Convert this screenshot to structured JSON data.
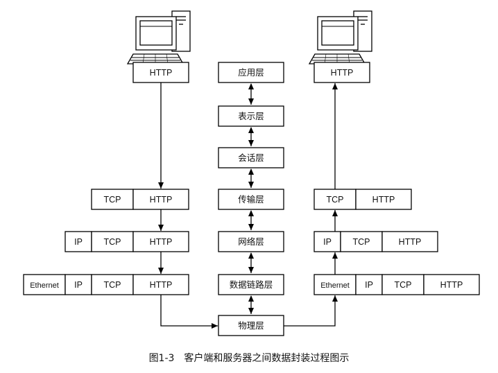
{
  "client": {
    "http_row": [
      "HTTP"
    ],
    "tcp_row": [
      "TCP",
      "HTTP"
    ],
    "ip_row": [
      "IP",
      "TCP",
      "HTTP"
    ],
    "eth_row": [
      "Ethernet",
      "IP",
      "TCP",
      "HTTP"
    ]
  },
  "osi_layers": [
    "应用层",
    "表示层",
    "会话层",
    "传输层",
    "网络层",
    "数据链路层",
    "物理层"
  ],
  "server": {
    "http_row": [
      "HTTP"
    ],
    "tcp_row": [
      "TCP",
      "HTTP"
    ],
    "ip_row": [
      "IP",
      "TCP",
      "HTTP"
    ],
    "eth_row": [
      "Ethernet",
      "IP",
      "TCP",
      "HTTP"
    ]
  },
  "caption": "图1-3　客户端和服务器之间数据封装过程图示",
  "icons": {
    "client": "computer-icon",
    "server": "computer-icon"
  }
}
